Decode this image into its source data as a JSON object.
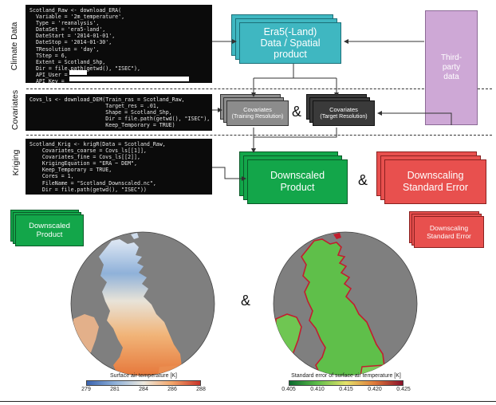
{
  "sections": {
    "climate": "Climate Data",
    "covariates": "Covariates",
    "kriging": "Kriging"
  },
  "code_blocks": {
    "era": [
      "Scotland_Raw <- download_ERA(",
      "  Variable = '2m_temperature',",
      "  Type = 'reanalysis',",
      "  DataSet = 'era5-land',",
      "  DateStart = '2014-01-01',",
      "  DateStop = '2014-01-30',",
      "  TResolution = 'day',",
      "  TStep = 6,",
      "  Extent = Scotland_Shp,",
      "  Dir = file.path(getwd(), \"ISEC\"),",
      "  API_User = ",
      "  API_Key = "
    ],
    "dem": [
      "Covs_ls <- download_DEM(Train_ras = Scotland_Raw,",
      "                        Target_res = .01,",
      "                        Shape = Scotland_Shp,",
      "                        Dir = file.path(getwd(), \"ISEC\"),",
      "                        Keep_Temporary = TRUE)"
    ],
    "krig": [
      "Scotland_Krig <- krigR(Data = Scotland_Raw,",
      "    Covariates_coarse = Covs_ls[[1]],",
      "    Covariates_fine = Covs_ls[[2]],",
      "    KrigingEquation = \"ERA ~ DEM\",",
      "    Keep_Temporary = TRUE,",
      "    Cores = 1,",
      "    FileName = \"Scotland_Downscaled.nc\",",
      "    Dir = file.path(getwd(), \"ISEC\"))"
    ]
  },
  "boxes": {
    "era5": [
      "Era5(-Land)",
      "Data / Spatial",
      "product"
    ],
    "third_party": [
      "Third-",
      "party",
      "data"
    ],
    "cov_training": [
      "Covariates",
      "(Training Resolution)"
    ],
    "cov_target": [
      "Covariates",
      "(Target Resolution)"
    ],
    "downscaled": [
      "Downscaled",
      "Product"
    ],
    "downscaled_se": [
      "Downscaling",
      "Standard Error"
    ],
    "downscaled_small": [
      "Downscaled",
      "Product"
    ],
    "se_small": [
      "Downscaling",
      "Standard Error"
    ]
  },
  "ampersands": {
    "cov": "&",
    "krig": "&",
    "maps": "&"
  },
  "colorbars": {
    "temp": {
      "title": "Surface air temperature [K]",
      "ticks": [
        "279",
        "281",
        "284",
        "286",
        "288"
      ]
    },
    "se": {
      "title": "Standard error of surface air temperature [K]",
      "ticks": [
        "0.405",
        "0.410",
        "0.415",
        "0.420",
        "0.425"
      ]
    }
  },
  "colors": {
    "teal": "#3fb7c1",
    "purple": "#cea8d6",
    "grey": "#8c8c8c",
    "dark_grey": "#3a3a3a",
    "green": "#13a64a",
    "red": "#e8504e",
    "map_bg": "#7f7f7f"
  }
}
